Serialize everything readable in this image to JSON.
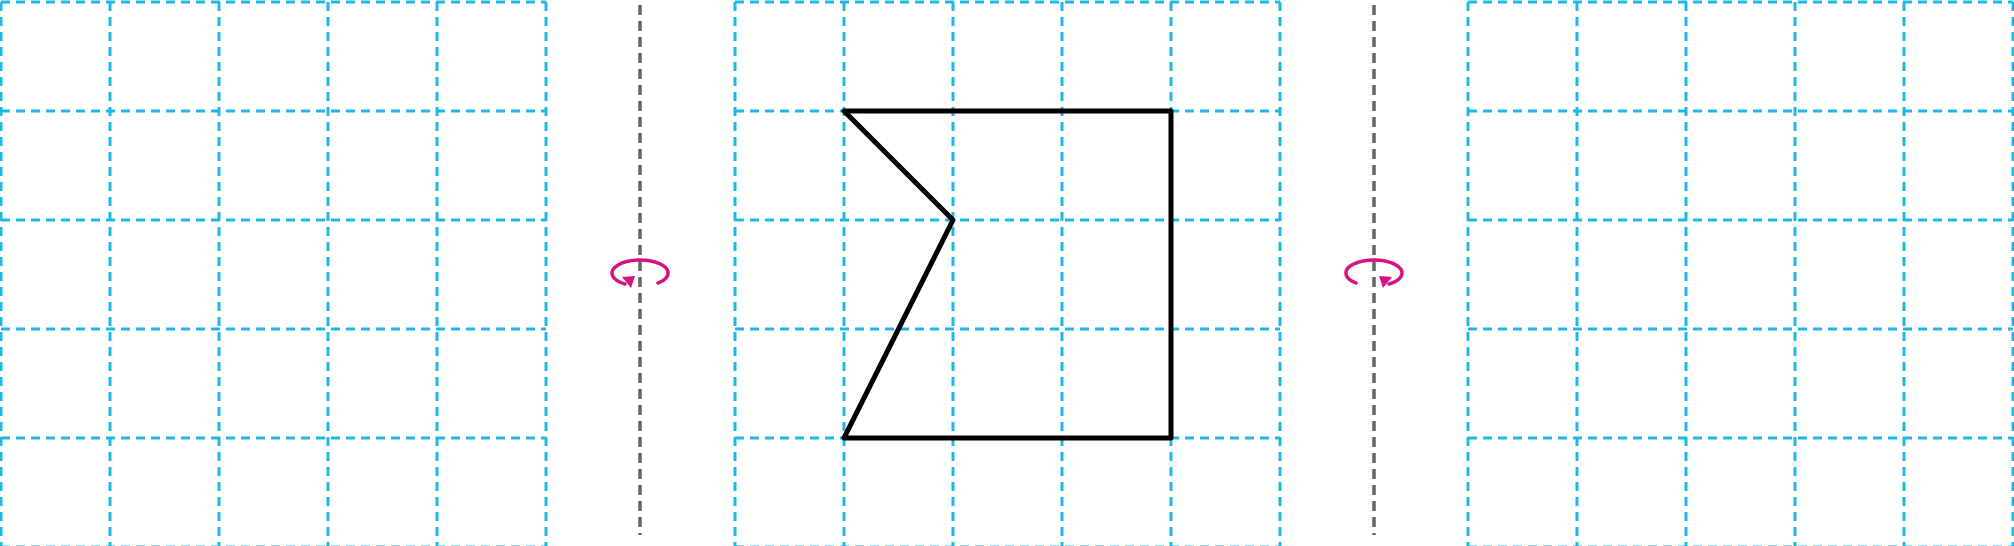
{
  "grids": [
    {
      "id": "left-grid",
      "rows": 5,
      "cols": 5,
      "shape": []
    },
    {
      "id": "center-grid",
      "rows": 5,
      "cols": 5,
      "shape": [
        [
          1,
          1
        ],
        [
          4,
          1
        ],
        [
          4,
          4
        ],
        [
          1,
          4
        ],
        [
          2,
          2
        ]
      ]
    },
    {
      "id": "right-grid",
      "rows": 5,
      "cols": 5,
      "shape": []
    }
  ],
  "mirror_axes": [
    {
      "id": "left-axis",
      "arrow_direction": "counterclockwise"
    },
    {
      "id": "right-axis",
      "arrow_direction": "clockwise"
    }
  ],
  "colors": {
    "grid_line": "#1fb8e6",
    "axis_line": "#666666",
    "shape_stroke": "#000000",
    "rotation_arrow": "#d6127f"
  }
}
